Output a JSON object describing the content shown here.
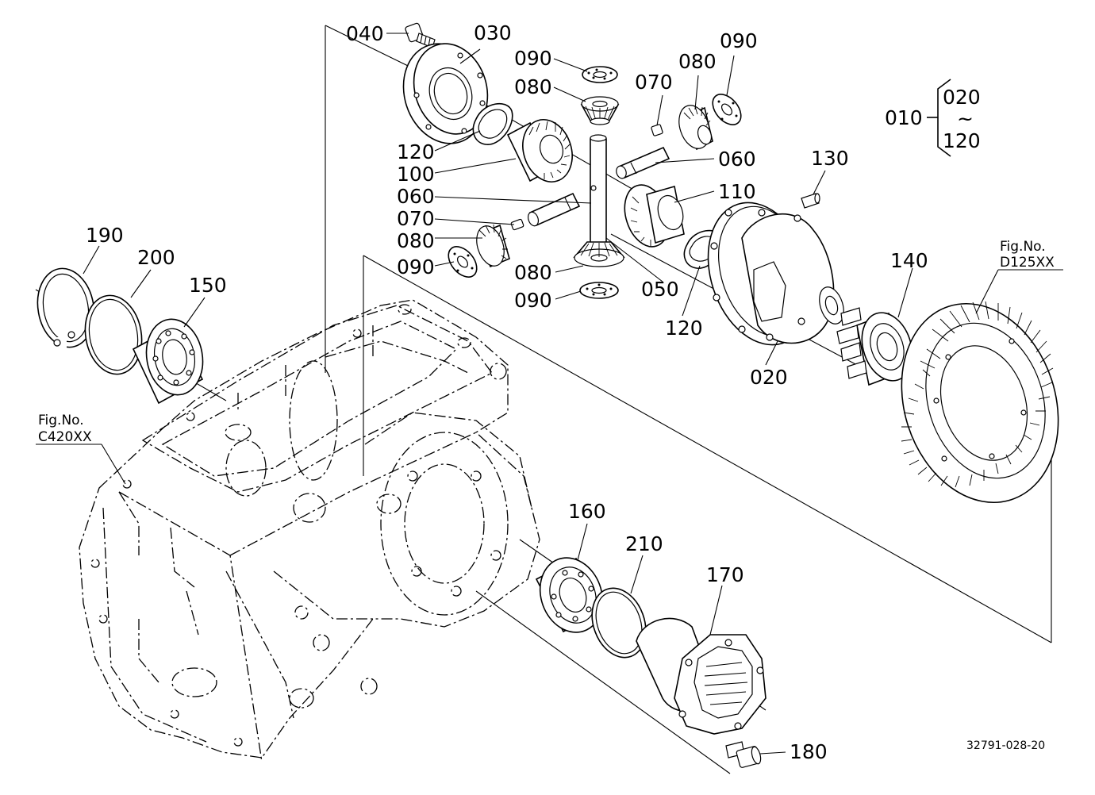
{
  "callouts": {
    "c040": "040",
    "c030": "030",
    "c090a": "090",
    "c090b": "090",
    "c080a": "080",
    "c080b": "080",
    "c070a": "070",
    "c120a": "120",
    "c100": "100",
    "c060a": "060",
    "c060b": "060",
    "c070b": "070",
    "c080c": "080",
    "c090c": "090",
    "c080d": "080",
    "c090d": "090",
    "c050": "050",
    "c110": "110",
    "c130": "130",
    "c120b": "120",
    "c020": "020",
    "c140": "140",
    "c190": "190",
    "c200": "200",
    "c150": "150",
    "c160": "160",
    "c210": "210",
    "c170": "170",
    "c180": "180"
  },
  "group": {
    "parent": "010",
    "from": "020",
    "tilde": "~",
    "to": "120"
  },
  "figrefs": {
    "right": {
      "label": "Fig.No.",
      "code": "D125XX"
    },
    "left": {
      "label": "Fig.No.",
      "code": "C420XX"
    }
  },
  "doc_number": "32791-028-20"
}
